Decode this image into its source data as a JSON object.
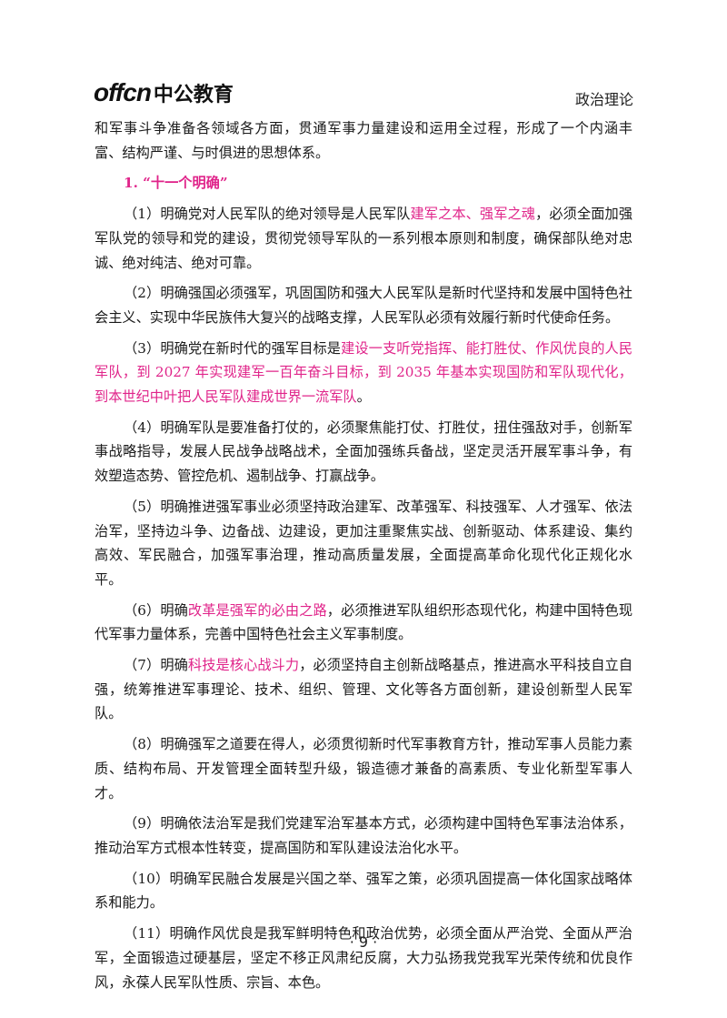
{
  "header": {
    "logo_latin": "offcn",
    "logo_cn": "中公教育",
    "section": "政治理论"
  },
  "colors": {
    "highlight": "#e0248a",
    "text": "#1a1a1a"
  },
  "body": {
    "intro": "和军事斗争准备各领域各方面，贯通军事力量建设和运用全过程，形成了一个内涵丰富、结构严谨、与时俱进的思想体系。",
    "heading": "1. “十一个明确”",
    "items": [
      {
        "pre": "（1）明确党对人民军队的绝对领导是人民军队",
        "hl": "建军之本、强军之魂",
        "post": "，必须全面加强军队党的领导和党的建设，贯彻党领导军队的一系列根本原则和制度，确保部队绝对忠诚、绝对纯洁、绝对可靠。"
      },
      {
        "pre": "（2）明确强国必须强军，巩固国防和强大人民军队是新时代坚持和发展中国特色社会主义、实现中华民族伟大复兴的战略支撑，人民军队必须有效履行新时代使命任务。",
        "hl": "",
        "post": ""
      },
      {
        "pre": "（3）明确党在新时代的强军目标是",
        "hl": "建设一支听党指挥、能打胜仗、作风优良的人民军队，到 2027 年实现建军一百年奋斗目标，到 2035 年基本实现国防和军队现代化，到本世纪中叶把人民军队建成世界一流军队",
        "post": "。"
      },
      {
        "pre": "（4）明确军队是要准备打仗的，必须聚焦能打仗、打胜仗，扭住强敌对手，创新军事战略指导，发展人民战争战略战术，全面加强练兵备战，坚定灵活开展军事斗争，有效塑造态势、管控危机、遏制战争、打赢战争。",
        "hl": "",
        "post": ""
      },
      {
        "pre": "（5）明确推进强军事业必须坚持政治建军、改革强军、科技强军、人才强军、依法治军，坚持边斗争、边备战、边建设，更加注重聚焦实战、创新驱动、体系建设、集约高效、军民融合，加强军事治理，推动高质量发展，全面提高革命化现代化正规化水平。",
        "hl": "",
        "post": ""
      },
      {
        "pre": "（6）明确",
        "hl": "改革是强军的必由之路",
        "post": "，必须推进军队组织形态现代化，构建中国特色现代军事力量体系，完善中国特色社会主义军事制度。"
      },
      {
        "pre": "（7）明确",
        "hl": "科技是核心战斗力",
        "post": "，必须坚持自主创新战略基点，推进高水平科技自立自强，统筹推进军事理论、技术、组织、管理、文化等各方面创新，建设创新型人民军队。"
      },
      {
        "pre": "（8）明确强军之道要在得人，必须贯彻新时代军事教育方针，推动军事人员能力素质、结构布局、开发管理全面转型升级，锻造德才兼备的高素质、专业化新型军事人才。",
        "hl": "",
        "post": ""
      },
      {
        "pre": "（9）明确依法治军是我们党建军治军基本方式，必须构建中国特色军事法治体系，推动治军方式根本性转变，提高国防和军队建设法治化水平。",
        "hl": "",
        "post": ""
      },
      {
        "pre": "（10）明确军民融合发展是兴国之举、强军之策，必须巩固提高一体化国家战略体系和能力。",
        "hl": "",
        "post": ""
      },
      {
        "pre": "（11）明确作风优良是我军鲜明特色和政治优势，必须全面从严治党、全面从严治军，全面锻造过硬基层，坚定不移正风肃纪反腐，大力弘扬我党我军光荣传统和优良作风，永葆人民军队性质、宗旨、本色。",
        "hl": "",
        "post": ""
      }
    ]
  },
  "footer": {
    "page_number": "· 9 ·"
  }
}
